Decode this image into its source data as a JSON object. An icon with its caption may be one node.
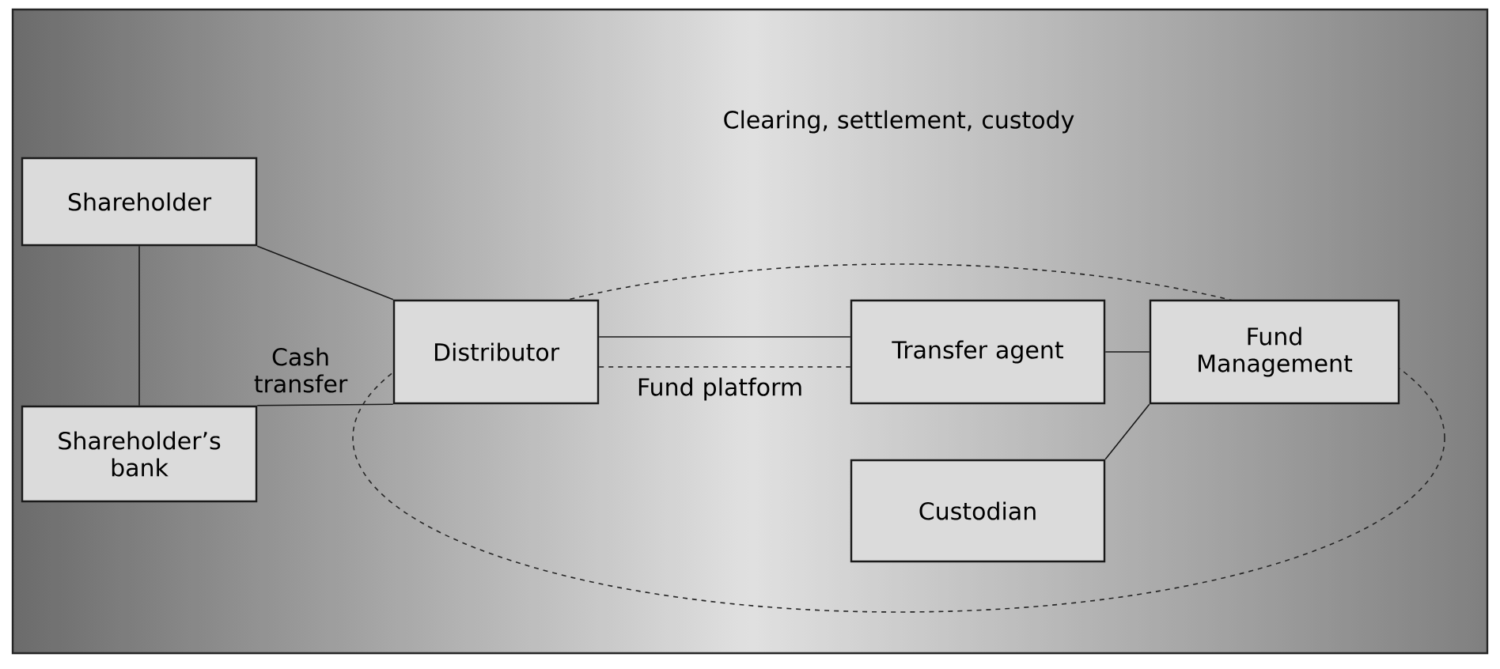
{
  "diagram": {
    "nodes": [
      {
        "text": [
          "Shareholder"
        ]
      },
      {
        "text": [
          "Shareholder’s bank"
        ]
      },
      {
        "text": [],
        "shape": "ellipse"
      },
      {
        "text": [
          "Distributor"
        ],
        "in": 2
      },
      {
        "text": [
          "Transfer agent"
        ],
        "in": 2
      },
      {
        "text": [
          "Fund Management"
        ],
        "in": 2
      },
      {
        "text": [
          "Custodian"
        ],
        "in": 2
      }
    ],
    "edges": [
      {
        "from": 0,
        "to": 1,
        "arrow": "none"
      },
      {
        "from": 0,
        "to": 3,
        "arrow": "none"
      },
      {
        "from": 1,
        "to": 3,
        "arrow": "none"
      },
      {
        "from": 3,
        "to": 4,
        "arrow": "none"
      },
      {
        "from": 3,
        "to": 4,
        "arrow": "none",
        "style": "dashed",
        "label": "Fund platform"
      },
      {
        "from": 4,
        "to": 5,
        "arrow": "none"
      },
      {
        "from": 5,
        "to": 6,
        "arrow": "none"
      }
    ],
    "labels": [
      "Clearing, settlement, custody",
      "Cash transfer"
    ]
  }
}
